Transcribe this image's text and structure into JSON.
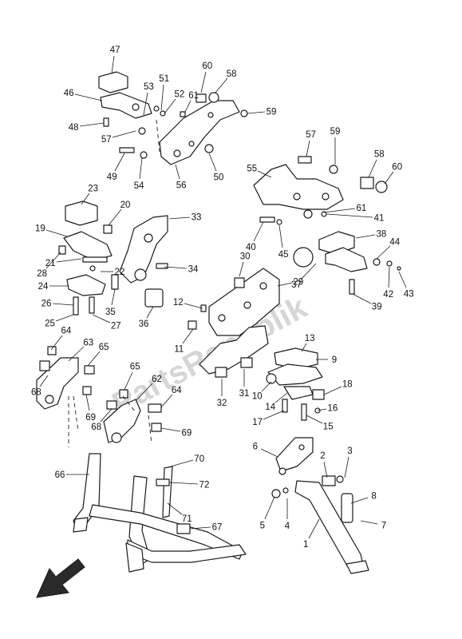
{
  "diagram": {
    "watermark": "PartsRepublik",
    "callouts": [
      {
        "label": "1"
      },
      {
        "label": "2"
      },
      {
        "label": "3"
      },
      {
        "label": "4"
      },
      {
        "label": "5"
      },
      {
        "label": "6"
      },
      {
        "label": "7"
      },
      {
        "label": "8"
      },
      {
        "label": "9"
      },
      {
        "label": "10"
      },
      {
        "label": "11"
      },
      {
        "label": "12"
      },
      {
        "label": "13"
      },
      {
        "label": "14"
      },
      {
        "label": "15"
      },
      {
        "label": "16"
      },
      {
        "label": "17"
      },
      {
        "label": "18"
      },
      {
        "label": "19"
      },
      {
        "label": "20"
      },
      {
        "label": "21"
      },
      {
        "label": "22"
      },
      {
        "label": "23"
      },
      {
        "label": "24"
      },
      {
        "label": "25"
      },
      {
        "label": "26"
      },
      {
        "label": "27"
      },
      {
        "label": "28"
      },
      {
        "label": "29"
      },
      {
        "label": "30"
      },
      {
        "label": "31"
      },
      {
        "label": "32"
      },
      {
        "label": "33"
      },
      {
        "label": "34"
      },
      {
        "label": "35"
      },
      {
        "label": "36"
      },
      {
        "label": "37"
      },
      {
        "label": "38"
      },
      {
        "label": "39"
      },
      {
        "label": "40"
      },
      {
        "label": "41"
      },
      {
        "label": "42"
      },
      {
        "label": "43"
      },
      {
        "label": "44"
      },
      {
        "label": "45"
      },
      {
        "label": "46"
      },
      {
        "label": "47"
      },
      {
        "label": "48"
      },
      {
        "label": "49"
      },
      {
        "label": "50"
      },
      {
        "label": "51"
      },
      {
        "label": "52"
      },
      {
        "label": "53"
      },
      {
        "label": "54"
      },
      {
        "label": "55"
      },
      {
        "label": "56"
      },
      {
        "label": "57"
      },
      {
        "label": "57"
      },
      {
        "label": "58"
      },
      {
        "label": "58"
      },
      {
        "label": "59"
      },
      {
        "label": "59"
      },
      {
        "label": "60"
      },
      {
        "label": "60"
      },
      {
        "label": "61"
      },
      {
        "label": "61"
      },
      {
        "label": "62"
      },
      {
        "label": "63"
      },
      {
        "label": "64"
      },
      {
        "label": "64"
      },
      {
        "label": "65"
      },
      {
        "label": "65"
      },
      {
        "label": "66"
      },
      {
        "label": "67"
      },
      {
        "label": "68"
      },
      {
        "label": "68"
      },
      {
        "label": "69"
      },
      {
        "label": "69"
      },
      {
        "label": "70"
      },
      {
        "label": "71"
      },
      {
        "label": "72"
      }
    ]
  }
}
